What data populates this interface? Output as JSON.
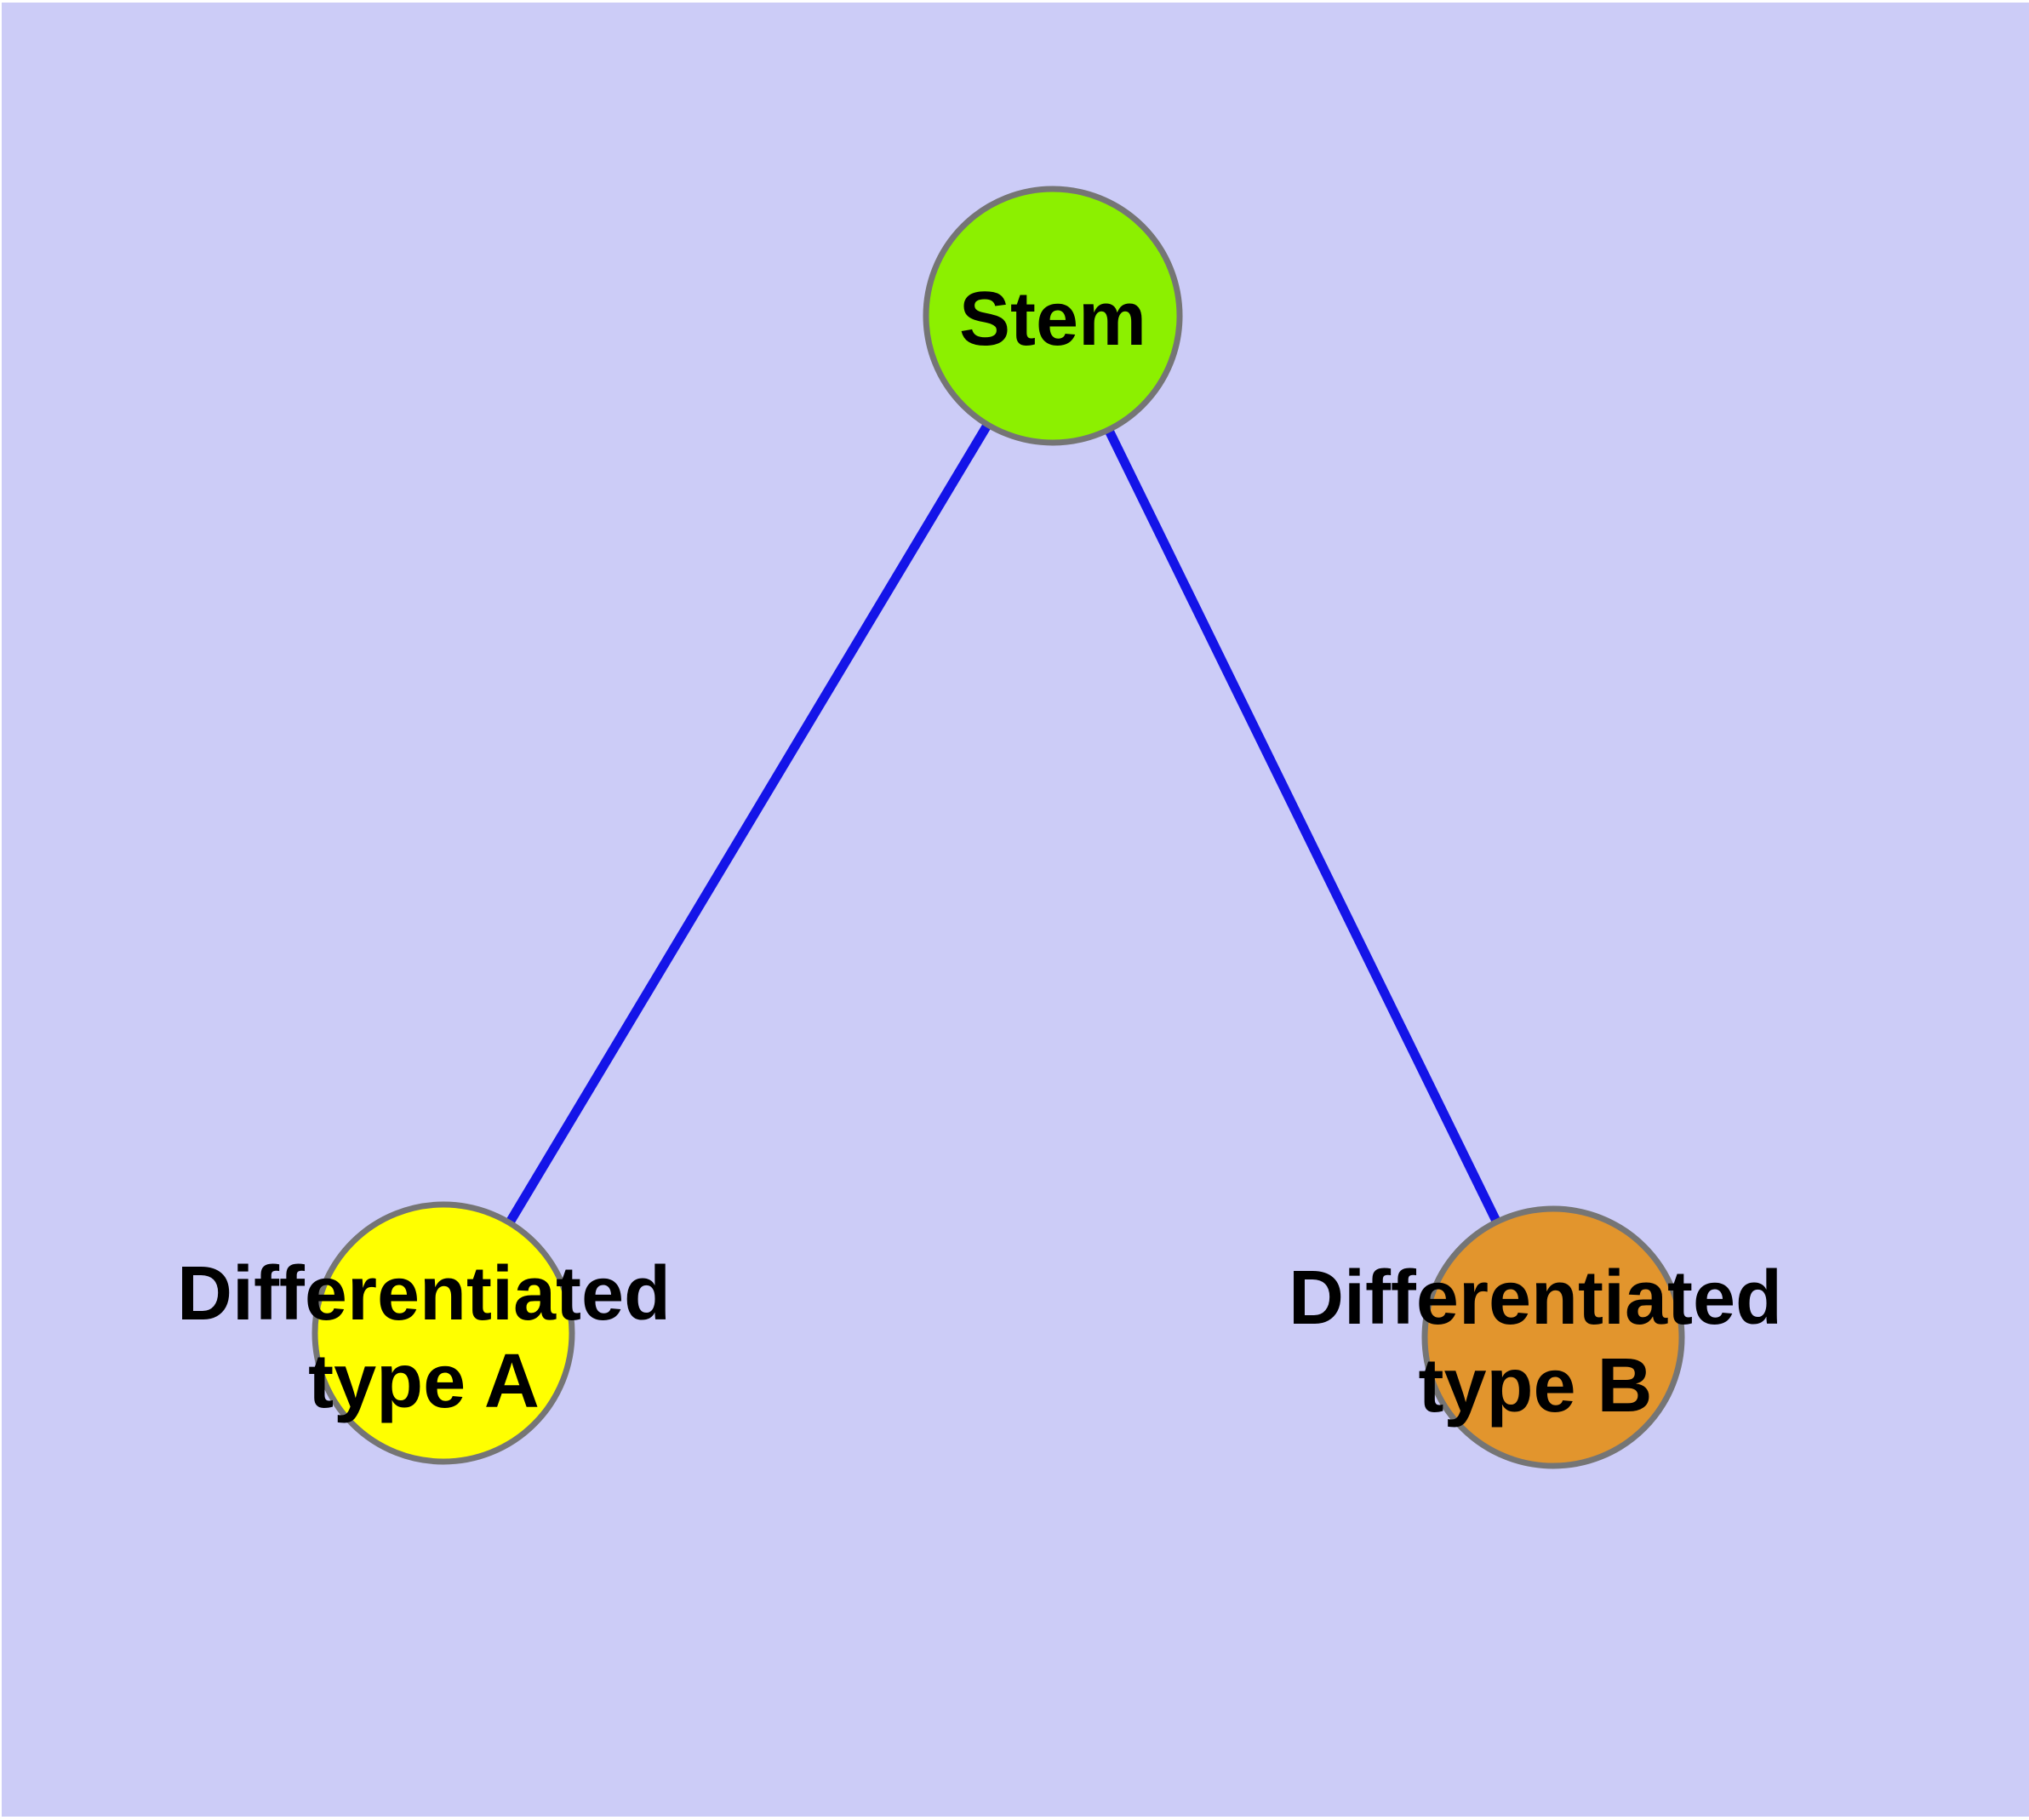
{
  "diagram": {
    "background_color": "#CCCCF7",
    "edge_color": "#1414E8",
    "node_border_color": "#757575",
    "text_color": "#000000",
    "nodes": [
      {
        "id": "stem",
        "label": "Stem",
        "label_lines": [
          "Stem"
        ],
        "fill": "#8CF000"
      },
      {
        "id": "differentiated-type-a",
        "label": "Differentiated type A",
        "label_lines": [
          "Differentiated",
          "type A"
        ],
        "fill": "#FFFF00"
      },
      {
        "id": "differentiated-type-b",
        "label": "Differentiated type B",
        "label_lines": [
          "Differentiated",
          "type B"
        ],
        "fill": "#E2952D"
      }
    ],
    "edges": [
      {
        "from": "Stem",
        "to": "Differentiated type A"
      },
      {
        "from": "Stem",
        "to": "Differentiated type B"
      }
    ]
  }
}
